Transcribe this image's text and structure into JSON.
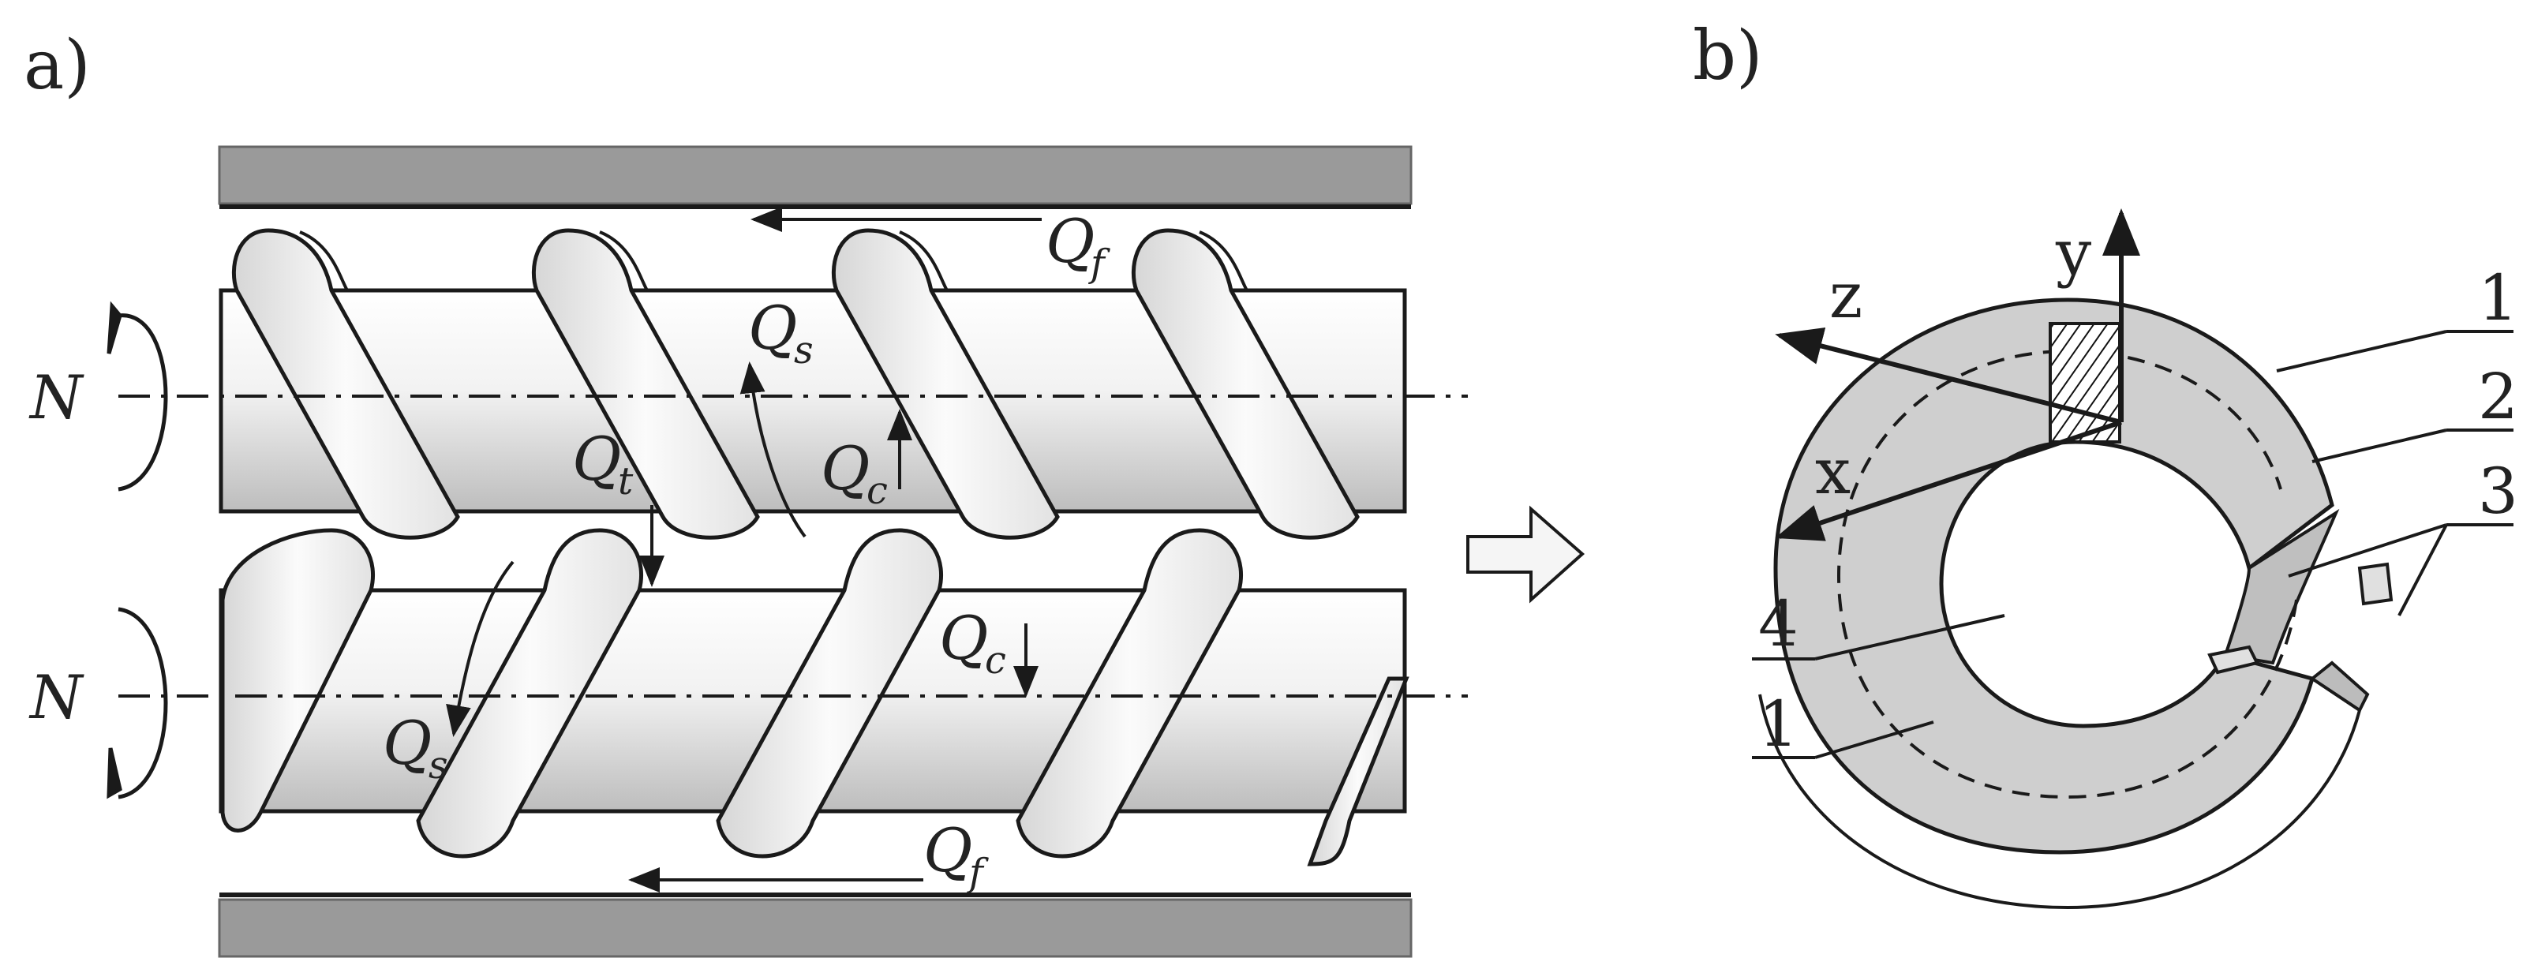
{
  "panel_a": {
    "label": "a)",
    "rotation_top": "N",
    "rotation_bottom": "N",
    "flow_drag_top": "Q",
    "flow_drag_top_sub": "f",
    "flow_drag_bottom": "Q",
    "flow_drag_bottom_sub": "f",
    "flow_s_top": "Q",
    "flow_s_top_sub": "s",
    "flow_s_bottom": "Q",
    "flow_s_bottom_sub": "s",
    "flow_c_top": "Q",
    "flow_c_top_sub": "c",
    "flow_c_bottom": "Q",
    "flow_c_bottom_sub": "c",
    "flow_t": "Q",
    "flow_t_sub": "t"
  },
  "panel_b": {
    "label": "b)",
    "axis_x": "x",
    "axis_y": "y",
    "axis_z": "z",
    "callout_1_top": "1",
    "callout_2": "2",
    "callout_3": "3",
    "callout_4": "4",
    "callout_1_bottom": "1"
  },
  "colors": {
    "barrel": "#9a9a9a",
    "screw_light": "#f7f7f7",
    "screw_shade": "#c9c9c9",
    "ring_fill": "#cfcfcf",
    "ink": "#1a1a1a"
  }
}
